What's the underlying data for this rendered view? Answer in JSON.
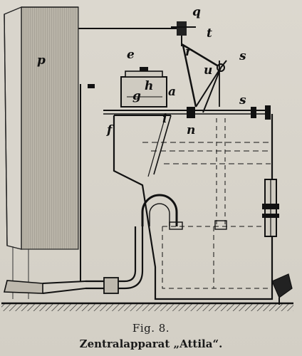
{
  "caption": {
    "figure_number": "Fig. 8.",
    "title": "Zentralapparat „Attila“."
  },
  "labels": {
    "p": "p",
    "q": "q",
    "t": "t",
    "r": "r",
    "s_upper": "s",
    "u": "u",
    "e": "e",
    "h": "h",
    "g": "g",
    "a": "a",
    "i": "i",
    "f": "f",
    "n": "n",
    "s_lower": "s"
  }
}
